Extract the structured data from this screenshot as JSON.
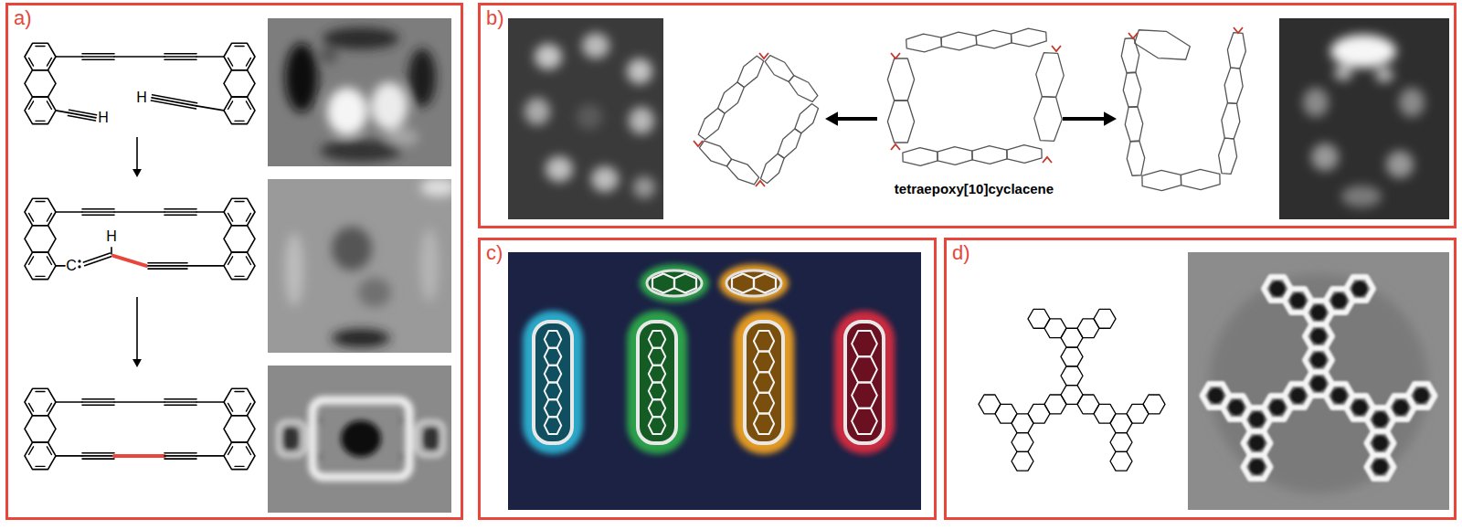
{
  "diagram": {
    "nodes": [
      {
        "text": [
          "a)"
        ]
      },
      {
        "text": [
          "b)"
        ]
      },
      {
        "text": [
          "c)"
        ]
      },
      {
        "text": [
          "d)"
        ]
      }
    ],
    "labels": [
      "H",
      "H",
      "H",
      "C",
      "tetraepoxy[10]cyclacene"
    ]
  }
}
